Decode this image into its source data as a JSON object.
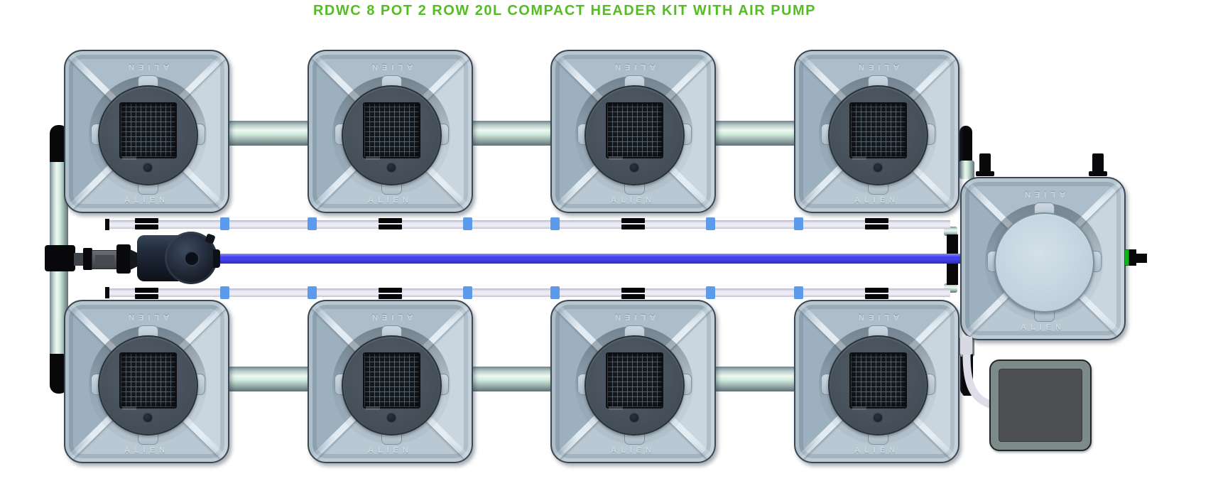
{
  "title": {
    "text": "RDWC 8 POT 2 ROW 20L COMPACT HEADER KIT WITH AIR PUMP"
  },
  "brand": {
    "pot_label": "ALIEN"
  },
  "colors": {
    "title_green": "#55bd24",
    "feed_pipe_blue": "#4340ee",
    "connector_blue": "#5c9aec",
    "fitting_green": "#12b31d",
    "air_pump_body": "#7d8b88",
    "pot_body_gray": "#b9c8d3",
    "lid_dark_gray": "#47515b",
    "return_pipe_white": "#e9e9f3",
    "silver_pipe": "#cfeadd"
  },
  "system": {
    "rows": 2,
    "pots_per_row": 4,
    "pots": [
      {
        "id": "pot-1",
        "row": 1,
        "col": 1,
        "lid": "mesh"
      },
      {
        "id": "pot-2",
        "row": 1,
        "col": 2,
        "lid": "mesh"
      },
      {
        "id": "pot-3",
        "row": 1,
        "col": 3,
        "lid": "mesh"
      },
      {
        "id": "pot-4",
        "row": 1,
        "col": 4,
        "lid": "mesh"
      },
      {
        "id": "pot-5",
        "row": 2,
        "col": 1,
        "lid": "mesh"
      },
      {
        "id": "pot-6",
        "row": 2,
        "col": 2,
        "lid": "mesh"
      },
      {
        "id": "pot-7",
        "row": 2,
        "col": 3,
        "lid": "mesh"
      },
      {
        "id": "pot-8",
        "row": 2,
        "col": 4,
        "lid": "mesh"
      }
    ],
    "header_tank": {
      "id": "header-tank",
      "lid": "plain",
      "top_ports": 2
    },
    "air_pump": {
      "id": "air-pump"
    },
    "water_pump": {
      "id": "water-pump"
    },
    "valve": {
      "id": "inline-valve"
    }
  }
}
